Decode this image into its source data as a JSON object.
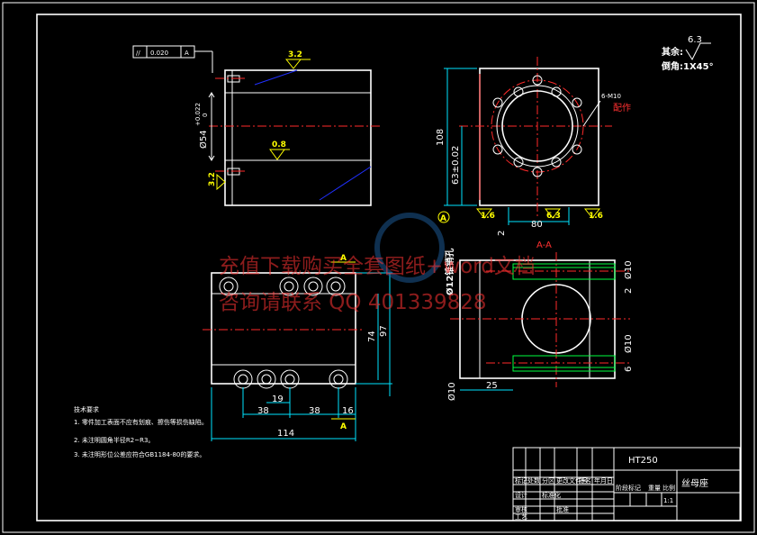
{
  "surface_roughness": {
    "label": "其余:",
    "value": "6.3"
  },
  "chamfer": {
    "label": "倒角:1X45°"
  },
  "top_view": {
    "tolerance_frame": {
      "symbol": "//",
      "value": "0.020",
      "datum": "A"
    },
    "roughness_top": "3.2",
    "roughness_mid": "0.8",
    "roughness_left": "3.2",
    "diameter_dim": "Ø54",
    "diameter_tol": "+0.022",
    "diameter_tol_low": "0"
  },
  "front_view": {
    "dim_height": "108",
    "dim_center": "63±0.02",
    "dim_width": "80",
    "dim_small": "2",
    "hole_note": "6-M10",
    "assembly_note": "配作",
    "datum": "A",
    "roughness_left": "1.6",
    "roughness_mid": "6.3",
    "roughness_right": "1.6"
  },
  "section_view": {
    "title": "A-A",
    "pin_hole": "Ø12锥销孔",
    "dim_d10_top": "Ø10",
    "dim_2": "2",
    "dim_d10_bottom": "Ø10",
    "dim_6": "6",
    "dim_25": "25",
    "dim_d10_left": "Ø10"
  },
  "bottom_view": {
    "dim_74": "74",
    "dim_97": "97",
    "dim_19": "19",
    "dim_38a": "38",
    "dim_38b": "38",
    "dim_16": "16",
    "dim_114": "114",
    "section_mark": "A"
  },
  "tech_notes": {
    "title": "技术要求",
    "items": [
      "1. 零件加工表面不应有划痕、擦伤等损伤缺陷。",
      "2. 未注明圆角半径R2~R3。",
      "3. 未注明形位公差应符合GB1184-80的要求。"
    ]
  },
  "title_block": {
    "material": "HT250",
    "part_name": "丝母座",
    "rows": [
      "标记",
      "处数",
      "分区",
      "更改文件号",
      "签名",
      "年月日"
    ],
    "labels": [
      "设计",
      "审核",
      "工艺",
      "标准化",
      "批准",
      "阶段标记",
      "重量",
      "比例"
    ],
    "scale": "1:1"
  },
  "watermark": {
    "line1": "充值下载购买全套图纸+word文档",
    "line2": "咨询请联系  QQ 401339828"
  },
  "colors": {
    "background": "#000000",
    "outline": "#ffffff",
    "centerline": "#ff2a2a",
    "roughness": "#ffff00",
    "dimension": "#00e5ff",
    "section": "#00ff40"
  }
}
